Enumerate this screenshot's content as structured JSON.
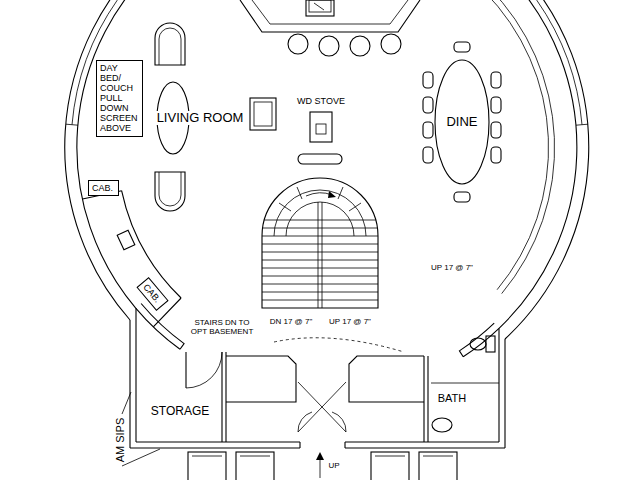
{
  "diagram": {
    "nodes": [
      {
        "text": [
          "DAY BED/ COUCH PULL DOWN SCREEN ABOVE"
        ]
      },
      {
        "text": [
          "CAB."
        ]
      },
      {
        "text": [
          "CAB."
        ]
      }
    ],
    "labels": [
      "LIVING ROOM",
      "WD STOVE",
      "DINE",
      "STAIRS DN TO OPT BASEMENT",
      "DN 17 @ 7\"",
      "UP 17 @ 7\"",
      "UP 17 @ 7\"",
      "STORAGE",
      "BATH",
      "UP",
      "AM SIPS"
    ]
  }
}
